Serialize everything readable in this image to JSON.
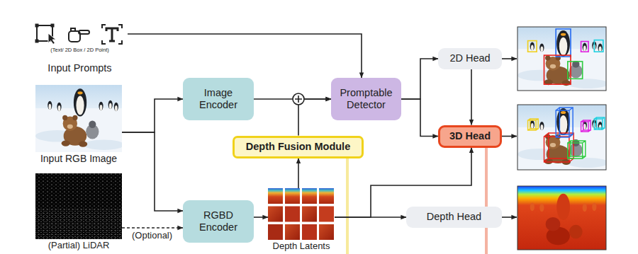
{
  "diagram": {
    "nodes": [
      {
        "text": [
          "(Text/ 2D Box / 2D Point)",
          "Input Prompts"
        ]
      },
      {
        "text": [
          "Input RGB Image"
        ]
      },
      {
        "text": [
          "(Partial) LiDAR"
        ]
      },
      {
        "text": [
          "Image Encoder"
        ]
      },
      {
        "text": [
          "RGBD Encoder"
        ]
      },
      {
        "text": [
          "Promptable Detector"
        ]
      },
      {
        "text": [
          "Depth Fusion Module"
        ]
      },
      {
        "text": [
          "Depth Latents"
        ]
      },
      {
        "text": [
          "2D Head"
        ]
      },
      {
        "text": [
          "3D Head"
        ]
      },
      {
        "text": [
          "Depth Head"
        ]
      }
    ],
    "edges": [
      {
        "from": 0,
        "to": 5,
        "arrow": "to"
      },
      {
        "from": 1,
        "to": 3,
        "arrow": "to"
      },
      {
        "from": 1,
        "to": 4,
        "arrow": "to"
      },
      {
        "from": 2,
        "to": 4,
        "label": "(Optional)",
        "arrow": "to"
      },
      {
        "from": 3,
        "to": 5,
        "arrow": "to"
      },
      {
        "from": 6,
        "to": 5,
        "arrow": "to"
      },
      {
        "from": 4,
        "to": 7,
        "arrow": "to"
      },
      {
        "from": 7,
        "to": 6,
        "arrow": "to"
      },
      {
        "from": 7,
        "to": 10,
        "arrow": "to"
      },
      {
        "from": 7,
        "to": 9,
        "arrow": "to"
      },
      {
        "from": 5,
        "to": 8,
        "arrow": "to"
      },
      {
        "from": 5,
        "to": 9,
        "arrow": "to"
      },
      {
        "from": 8,
        "to": 9,
        "arrow": "to"
      }
    ]
  }
}
